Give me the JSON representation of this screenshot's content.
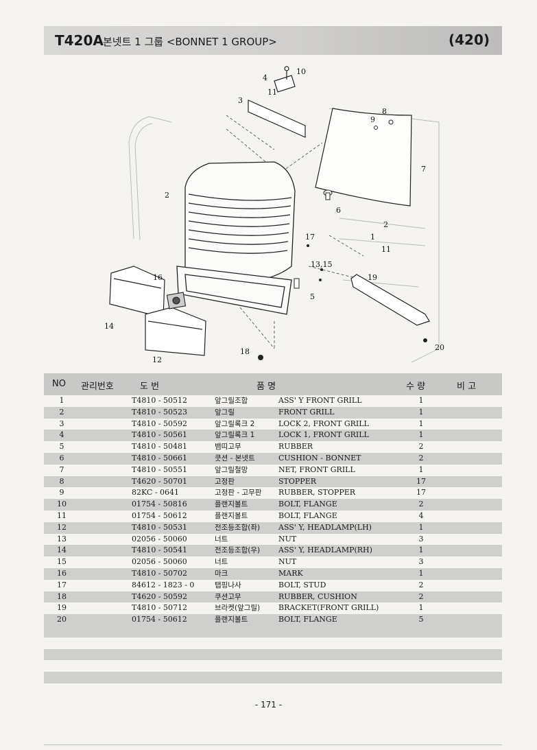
{
  "header": {
    "model": "T420A",
    "title": "본넷트 1 그룹 <BONNET 1 GROUP>",
    "page_ref": "(420)"
  },
  "diagram": {
    "callouts": [
      "10",
      "4",
      "11",
      "3",
      "8",
      "9",
      "7",
      "2",
      "6",
      "2",
      "1",
      "11",
      "17",
      "13,15",
      "19",
      "16",
      "5",
      "14",
      "12",
      "18",
      "20"
    ]
  },
  "table": {
    "headers": {
      "no": "NO",
      "mgmt": "관리번호",
      "drawing": "도    번",
      "part_name": "품          명",
      "qty": "수  량",
      "remark": "비  고"
    },
    "rows": [
      {
        "no": "1",
        "part": "T4810 - 50512",
        "kname": "앞그릴조합",
        "ename": "ASS' Y FRONT GRILL",
        "qty": "1"
      },
      {
        "no": "2",
        "part": "T4810 - 50523",
        "kname": "앞그릴",
        "ename": "FRONT GRILL",
        "qty": "1"
      },
      {
        "no": "3",
        "part": "T4810 - 50592",
        "kname": "앞그릴록크 2",
        "ename": "LOCK 2, FRONT GRILL",
        "qty": "1"
      },
      {
        "no": "4",
        "part": "T4810 - 50561",
        "kname": "앞그릴록크 1",
        "ename": "LOCK 1, FRONT GRILL",
        "qty": "1"
      },
      {
        "no": "5",
        "part": "T4810 - 50481",
        "kname": "뱀띠고무",
        "ename": "RUBBER",
        "qty": "2"
      },
      {
        "no": "6",
        "part": "T4810 - 50661",
        "kname": "쿳션 - 본넷트",
        "ename": "CUSHION - BONNET",
        "qty": "2"
      },
      {
        "no": "7",
        "part": "T4810 - 50551",
        "kname": "앞그릴철망",
        "ename": "NET, FRONT GRILL",
        "qty": "1"
      },
      {
        "no": "8",
        "part": "T4620 - 50701",
        "kname": "고정판",
        "ename": "STOPPER",
        "qty": "17"
      },
      {
        "no": "9",
        "part": "82KC - 0641",
        "kname": "고정판 - 고무판",
        "ename": "RUBBER, STOPPER",
        "qty": "17"
      },
      {
        "no": "10",
        "part": "01754 - 50816",
        "kname": "플랜지볼트",
        "ename": "BOLT, FLANGE",
        "qty": "2"
      },
      {
        "no": "11",
        "part": "01754 - 50612",
        "kname": "플랜지볼트",
        "ename": "BOLT, FLANGE",
        "qty": "4"
      },
      {
        "no": "12",
        "part": "T4810 - 50531",
        "kname": "전조등조합(좌)",
        "ename": "ASS' Y, HEADLAMP(LH)",
        "qty": "1"
      },
      {
        "no": "13",
        "part": "02056 - 50060",
        "kname": "너트",
        "ename": "NUT",
        "qty": "3"
      },
      {
        "no": "14",
        "part": "T4810 - 50541",
        "kname": "전조등조합(우)",
        "ename": "ASS' Y, HEADLAMP(RH)",
        "qty": "1"
      },
      {
        "no": "15",
        "part": "02056 - 50060",
        "kname": "너트",
        "ename": "NUT",
        "qty": "3"
      },
      {
        "no": "16",
        "part": "T4810 - 50702",
        "kname": "마크",
        "ename": "MARK",
        "qty": "1"
      },
      {
        "no": "17",
        "part": "84612 - 1823 - 0",
        "kname": "탭핑나사",
        "ename": "BOLT, STUD",
        "qty": "2"
      },
      {
        "no": "18",
        "part": "T4620 - 50592",
        "kname": "쿠션고무",
        "ename": "RUBBER, CUSHION",
        "qty": "2"
      },
      {
        "no": "19",
        "part": "T4810 - 50712",
        "kname": "브라켓(앞그릴)",
        "ename": "BRACKET(FRONT GRILL)",
        "qty": "1"
      },
      {
        "no": "20",
        "part": "01754 - 50612",
        "kname": "플랜지볼트",
        "ename": "BOLT, FLANGE",
        "qty": "5"
      }
    ]
  },
  "footer": {
    "page_number": "- 171 -"
  }
}
